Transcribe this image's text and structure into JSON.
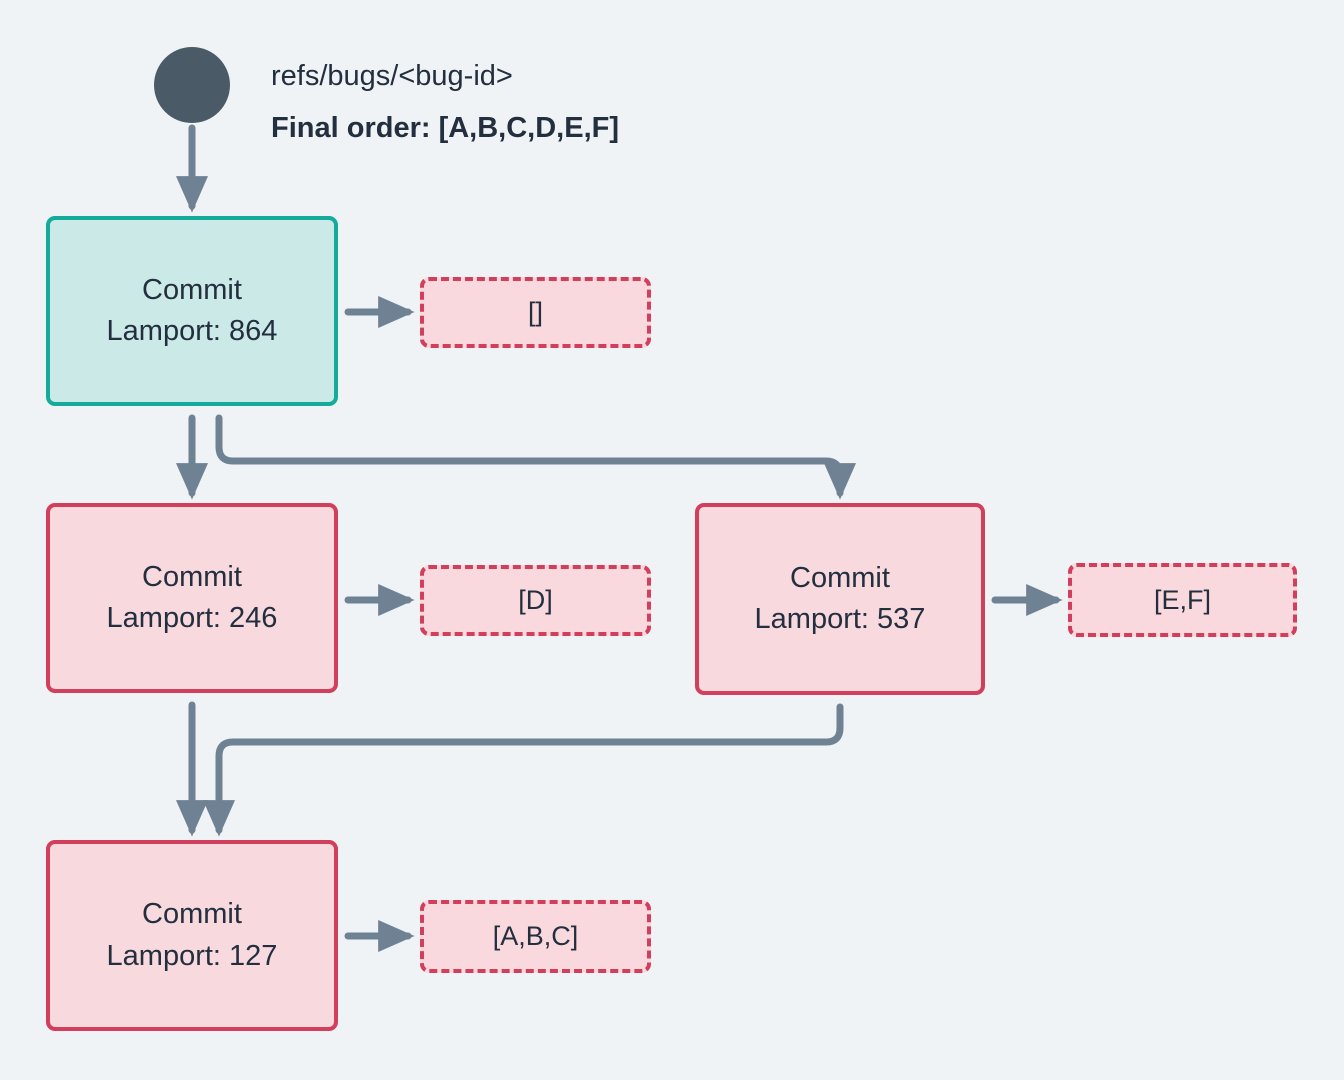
{
  "diagram": {
    "title_ref": "refs/bugs/<bug-id>",
    "final_order": "Final order: [A,B,C,D,E,F]",
    "background_color": "#eff3f6",
    "edge_color": "#6e8294",
    "start_node_color": "#4a5a66",
    "text_color": "#232f3e",
    "head_node_border": "#15ab9c",
    "head_node_fill": "#cbeae7",
    "commit_node_border": "#d23f5c",
    "commit_node_fill": "#f7d9de"
  },
  "nodes": [
    {
      "id": "start",
      "type": "start-circle",
      "label": ""
    },
    {
      "id": "commit-864",
      "type": "commit-head",
      "title": "Commit",
      "lamport": "Lamport: 864",
      "payload": "[]"
    },
    {
      "id": "commit-246",
      "type": "commit",
      "title": "Commit",
      "lamport": "Lamport: 246",
      "payload": "[D]"
    },
    {
      "id": "commit-537",
      "type": "commit",
      "title": "Commit",
      "lamport": "Lamport: 537",
      "payload": "[E,F]"
    },
    {
      "id": "commit-127",
      "type": "commit",
      "title": "Commit",
      "lamport": "Lamport: 127",
      "payload": "[A,B,C]"
    }
  ],
  "edges": [
    {
      "from": "start",
      "to": "commit-864"
    },
    {
      "from": "commit-864",
      "to": "payload-864"
    },
    {
      "from": "commit-864",
      "to": "commit-246"
    },
    {
      "from": "commit-864",
      "to": "commit-537"
    },
    {
      "from": "commit-246",
      "to": "payload-246"
    },
    {
      "from": "commit-537",
      "to": "payload-537"
    },
    {
      "from": "commit-246",
      "to": "commit-127"
    },
    {
      "from": "commit-537",
      "to": "commit-127"
    },
    {
      "from": "commit-127",
      "to": "payload-127"
    }
  ]
}
